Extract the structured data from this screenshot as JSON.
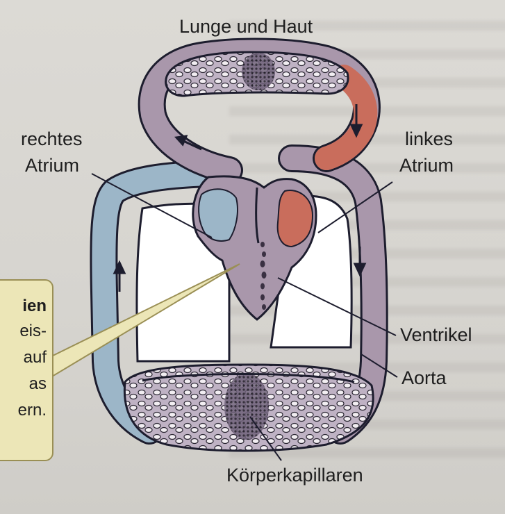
{
  "labels": {
    "top": "Lunge und Haut",
    "right_atrium_1": "rechtes",
    "right_atrium_2": "Atrium",
    "left_atrium_1": "linkes",
    "left_atrium_2": "Atrium",
    "ventricle": "Ventrikel",
    "aorta": "Aorta",
    "bottom": "Körperkapillaren"
  },
  "callout": {
    "lines": [
      "ien",
      "eis-",
      "auf",
      "as",
      "ern."
    ]
  },
  "colors": {
    "oxygenated": "#c96d5c",
    "deoxygenated": "#9cb6c8",
    "mixed": "#a997ab",
    "outline": "#1d1d2e",
    "capillary": "#b2a4b8"
  }
}
